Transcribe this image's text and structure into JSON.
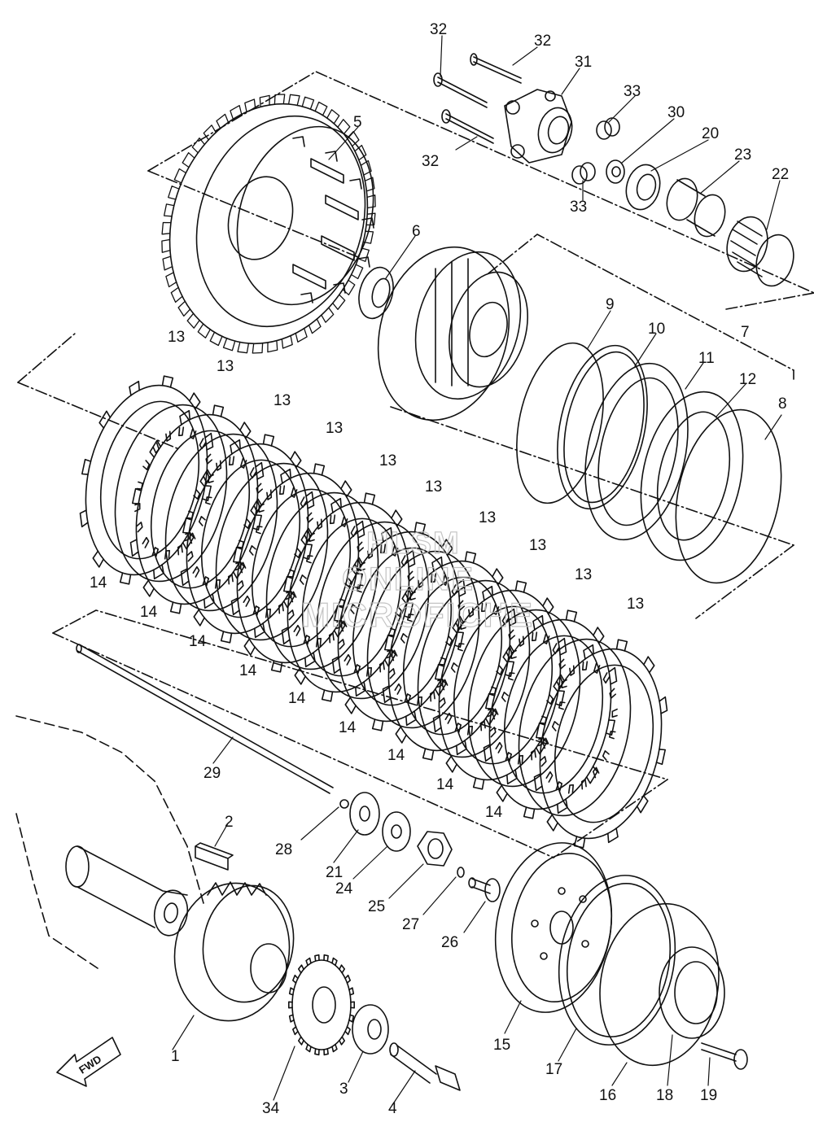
{
  "diagram": {
    "watermark": [
      "HLSM",
      "ONLINE",
      "MICROFICHE"
    ],
    "fwd_label": "FWD",
    "callouts": [
      "1",
      "2",
      "3",
      "4",
      "5",
      "6",
      "7",
      "8",
      "9",
      "10",
      "11",
      "12",
      "13",
      "14",
      "15",
      "16",
      "17",
      "18",
      "19",
      "20",
      "21",
      "22",
      "23",
      "24",
      "25",
      "26",
      "27",
      "28",
      "29",
      "30",
      "31",
      "32",
      "33",
      "34"
    ]
  }
}
